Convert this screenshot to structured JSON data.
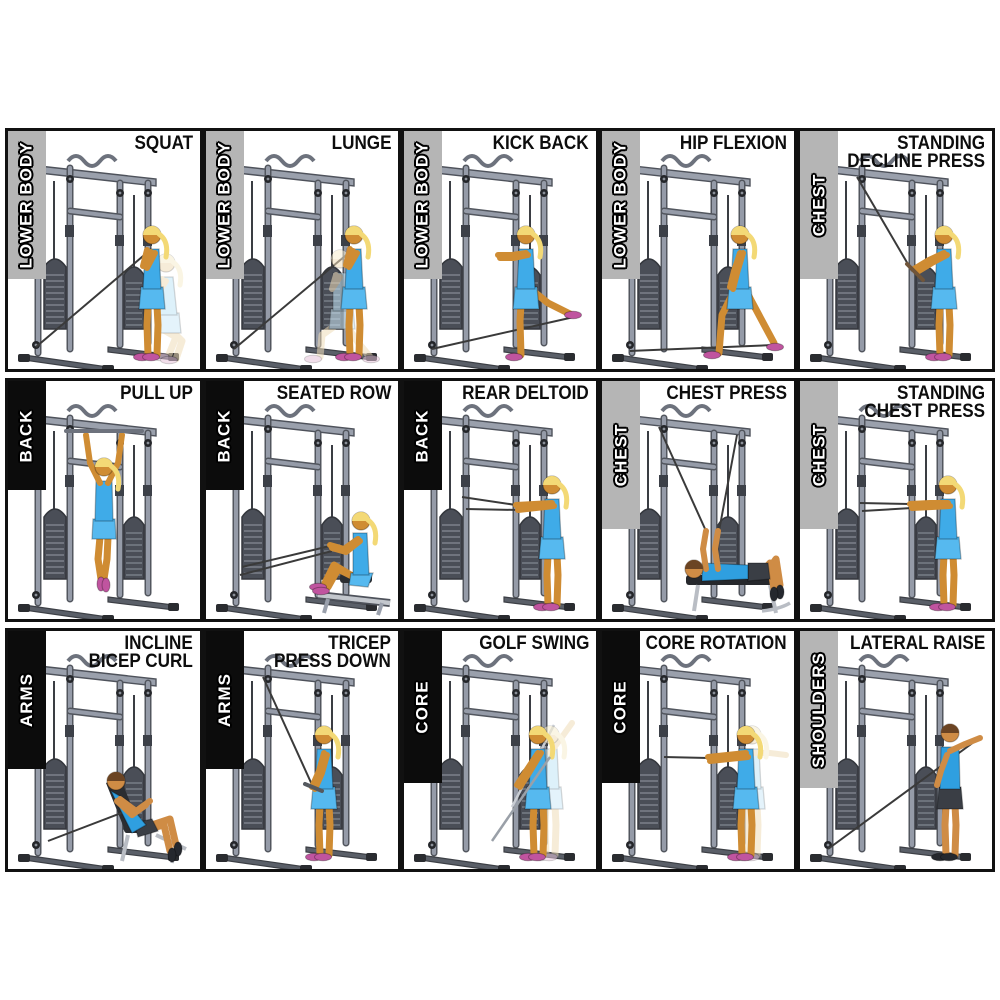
{
  "poster": {
    "type": "cable-machine exercise chart",
    "rows": 3,
    "cols": 5
  },
  "colors": {
    "background": "#ffffff",
    "cell_border": "#111111",
    "strip_gray": "#b5b5b5",
    "strip_black": "#0c0c0c",
    "label_text": "#ffffff",
    "title_text": "#0d0d0d",
    "machine_frame": "#9aa0ac",
    "machine_dark": "#4a4e57",
    "skin": "#cf8c33",
    "outfit_blue": "#3fabe8",
    "shoes_pink": "#c0549f",
    "male_shorts": "#3a3e45"
  },
  "cells": [
    {
      "muscle": "LOWER BODY",
      "exercise": "SQUAT",
      "title_text": "SQUAT",
      "strip": "gray",
      "figure": "female",
      "illustration": "woman-cable-squat-with-ghost"
    },
    {
      "muscle": "LOWER BODY",
      "exercise": "LUNGE",
      "title_text": "LUNGE",
      "strip": "gray",
      "figure": "female",
      "illustration": "woman-cable-lunge-with-ghost"
    },
    {
      "muscle": "LOWER BODY",
      "exercise": "KICK BACK",
      "title_text": "KICK BACK",
      "strip": "gray",
      "figure": "female",
      "illustration": "woman-cable-kick-back"
    },
    {
      "muscle": "LOWER BODY",
      "exercise": "HIP FLEXION",
      "title_text": "HIP FLEXION",
      "strip": "gray",
      "figure": "female",
      "illustration": "woman-cable-hip-flexion"
    },
    {
      "muscle": "CHEST",
      "exercise": "STANDING DECLINE PRESS",
      "title_text": "STANDING\nDECLINE PRESS",
      "strip": "gray",
      "figure": "female",
      "illustration": "woman-standing-decline-press"
    },
    {
      "muscle": "BACK",
      "exercise": "PULL UP",
      "title_text": "PULL UP",
      "strip": "black",
      "figure": "female",
      "illustration": "woman-pull-up-rear-view"
    },
    {
      "muscle": "BACK",
      "exercise": "SEATED ROW",
      "title_text": "SEATED ROW",
      "strip": "black",
      "figure": "female",
      "illustration": "woman-seated-row"
    },
    {
      "muscle": "BACK",
      "exercise": "REAR DELTOID",
      "title_text": "REAR DELTOID",
      "strip": "black",
      "figure": "female",
      "illustration": "woman-rear-deltoid-pull"
    },
    {
      "muscle": "CHEST",
      "exercise": "CHEST PRESS",
      "title_text": "CHEST PRESS",
      "strip": "gray",
      "figure": "male",
      "illustration": "man-lying-chest-press-on-bench"
    },
    {
      "muscle": "CHEST",
      "exercise": "STANDING CHEST PRESS",
      "title_text": "STANDING\nCHEST PRESS",
      "strip": "gray",
      "figure": "female",
      "illustration": "woman-standing-chest-press"
    },
    {
      "muscle": "ARMS",
      "exercise": "INCLINE BICEP CURL",
      "title_text": "INCLINE\nBICEP CURL",
      "strip": "black",
      "figure": "male",
      "illustration": "man-incline-bicep-curl"
    },
    {
      "muscle": "ARMS",
      "exercise": "TRICEP PRESS DOWN",
      "title_text": "TRICEP\nPRESS DOWN",
      "strip": "black",
      "figure": "female",
      "illustration": "woman-tricep-press-down"
    },
    {
      "muscle": "CORE",
      "exercise": "GOLF SWING",
      "title_text": "GOLF SWING",
      "strip": "black",
      "figure": "female",
      "illustration": "woman-golf-swing-with-ghost"
    },
    {
      "muscle": "CORE",
      "exercise": "CORE ROTATION",
      "title_text": "CORE ROTATION",
      "strip": "black",
      "figure": "female",
      "illustration": "woman-core-rotation-with-ghost"
    },
    {
      "muscle": "SHOULDERS",
      "exercise": "LATERAL RAISE",
      "title_text": "LATERAL RAISE",
      "strip": "gray",
      "figure": "male",
      "illustration": "man-cable-lateral-raise"
    }
  ]
}
